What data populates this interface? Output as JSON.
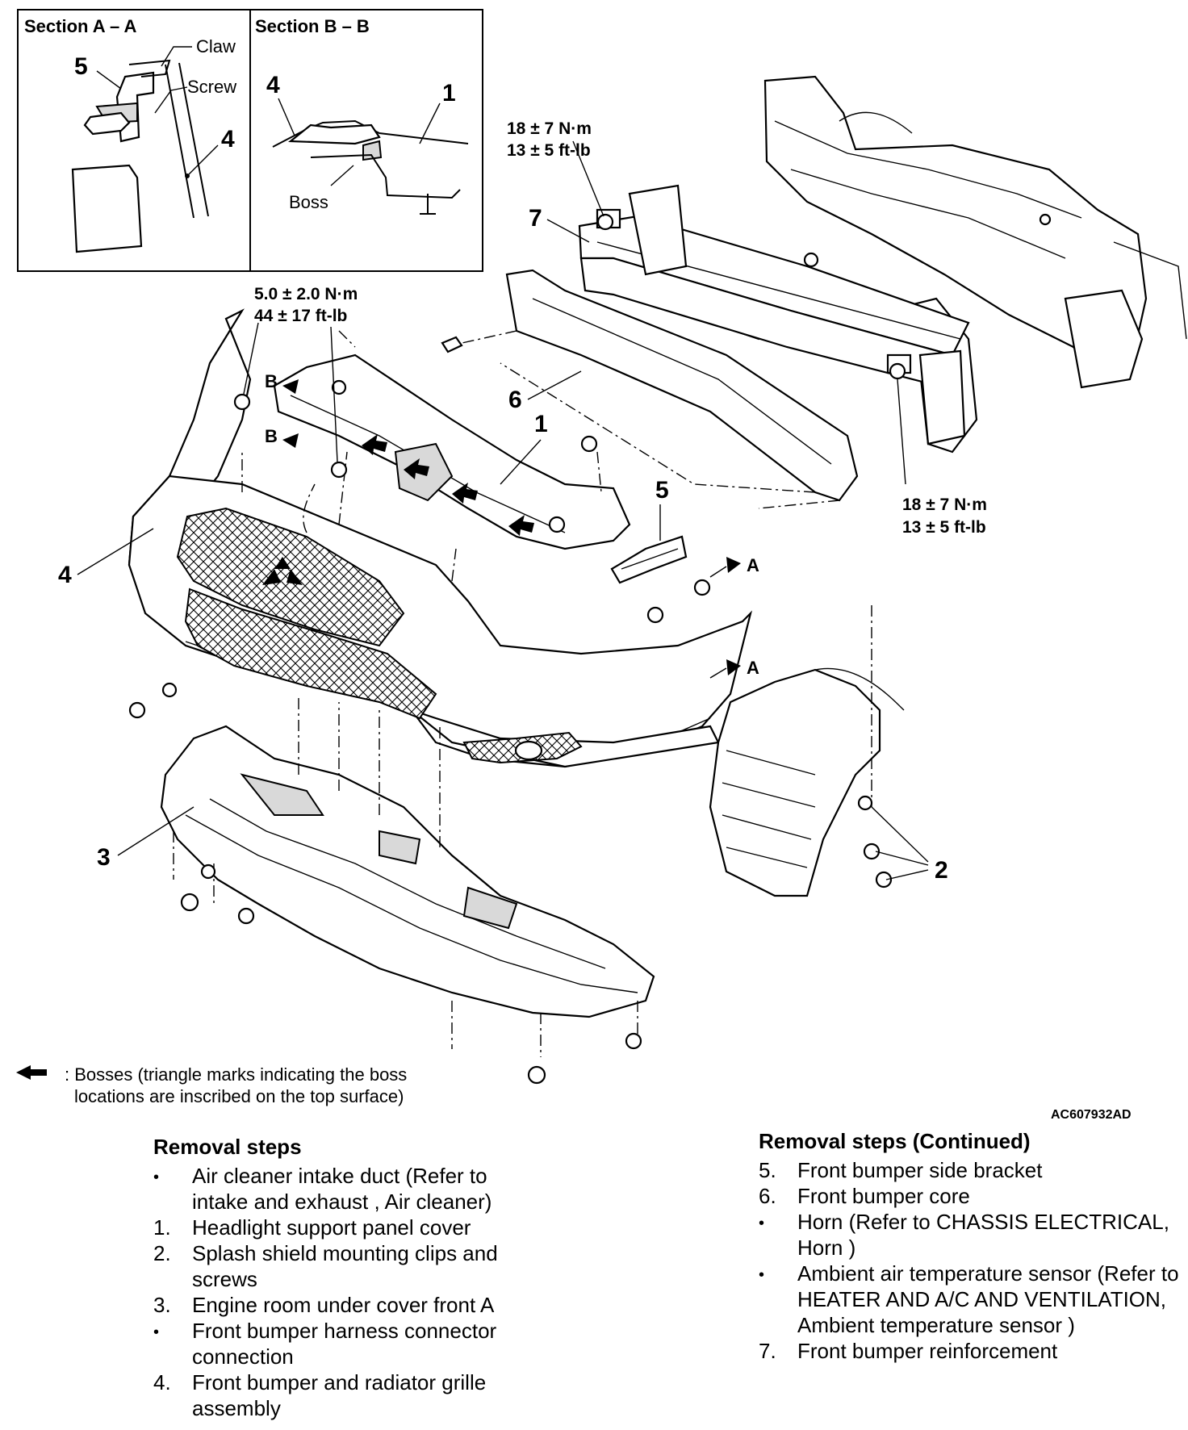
{
  "section_aa": {
    "title": "Section A – A",
    "claw": "Claw",
    "screw": "Screw",
    "n5": "5",
    "n4": "4"
  },
  "section_bb": {
    "title": "Section B – B",
    "n4": "4",
    "n1": "1",
    "boss": "Boss"
  },
  "torques": {
    "t1_nm": "18 ± 7 N·m",
    "t1_ft": "13 ± 5 ft-lb",
    "t2_nm": "5.0 ± 2.0 N·m",
    "t2_ft": "44 ± 17 ft-lb",
    "t3_nm": "18 ± 7 N·m",
    "t3_ft": "13 ± 5 ft-lb"
  },
  "callouts": {
    "c1": "1",
    "c2": "2",
    "c3": "3",
    "c4": "4",
    "c5": "5",
    "c6": "6",
    "c7": "7",
    "a1": "A",
    "a2": "A",
    "b1": "B",
    "b2": "B"
  },
  "figure_code": "AC607932AD",
  "legend": {
    "line1": ": Bosses (triangle marks indicating the boss",
    "line2": "locations are inscribed on the top surface)"
  },
  "removal_steps": {
    "title": "Removal steps",
    "items": [
      {
        "marker": "•",
        "text": "Air cleaner intake duct (Refer to intake and exhaust , Air cleaner)"
      },
      {
        "marker": "1.",
        "text": "Headlight support panel cover"
      },
      {
        "marker": "2.",
        "text": "Splash shield mounting clips and screws"
      },
      {
        "marker": "3.",
        "text": "Engine room under cover front A"
      },
      {
        "marker": "•",
        "text": "Front bumper harness connector connection"
      },
      {
        "marker": "4.",
        "text": "Front bumper and radiator grille assembly"
      }
    ]
  },
  "removal_steps_continued": {
    "title": "Removal steps (Continued)",
    "items": [
      {
        "marker": "5.",
        "text": "Front bumper side bracket"
      },
      {
        "marker": "6.",
        "text": "Front bumper core"
      },
      {
        "marker": "•",
        "text": "Horn (Refer to CHASSIS ELECTRICAL, Horn )"
      },
      {
        "marker": "•",
        "text": "Ambient air temperature sensor (Refer to HEATER AND A/C AND VENTILATION, Ambient temperature sensor )"
      },
      {
        "marker": "7.",
        "text": "Front bumper reinforcement"
      }
    ]
  }
}
